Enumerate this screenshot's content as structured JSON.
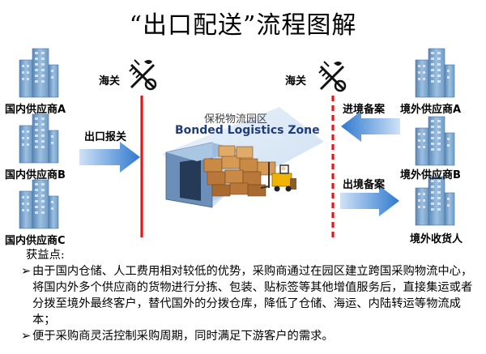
{
  "title": "“出口配送”流程图解",
  "left": {
    "customs_label": "海关",
    "export_label": "出口报关",
    "suppliers": [
      "国内供应商A",
      "国内供应商B",
      "国内供应商C"
    ]
  },
  "zone": {
    "name_cn": "保税物流园区",
    "name_en": "Bonded Logistics Zone"
  },
  "right": {
    "customs_label": "海关",
    "import_label": "进境备案",
    "outbound_label": "出境备案",
    "parties": [
      "境外供应商A",
      "境外供应商B",
      "境外收货人"
    ]
  },
  "benefits": {
    "heading": "获益点:",
    "items": [
      "由于国内仓储、人工费用相对较低的优势，采购商通过在园区建立跨国采购物流中心，将国内外多个供应商的货物进行分拣、包装、贴标签等其他增值服务后，直接集运或者分拨至境外最终客户，替代国外的分拨仓库，降低了仓储、海运、内陆转运等物流成本；",
      "便于采购商灵活控制采购周期，同时满足下游客户的需求。"
    ]
  },
  "colors": {
    "arrow": "#3e86d6",
    "customs_line": "#e01818",
    "building": "#7fa9cf",
    "zone_floor": "#d8e7f6"
  }
}
